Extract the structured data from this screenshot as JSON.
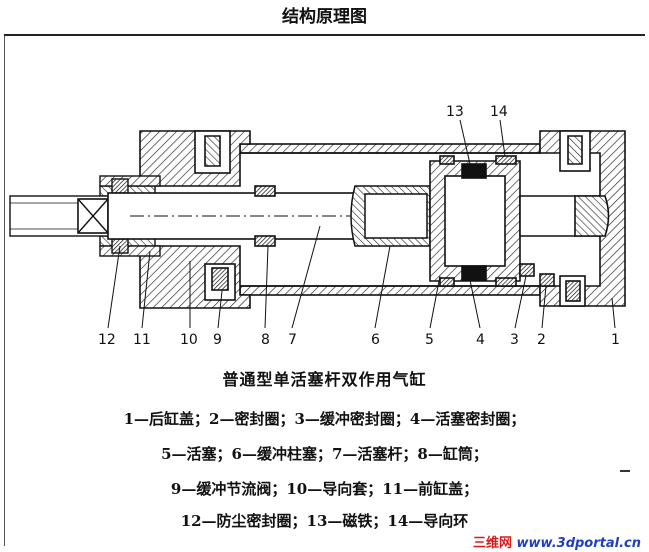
{
  "header": {
    "title": "结构原理图"
  },
  "callouts": [
    {
      "id": "1",
      "label": "1"
    },
    {
      "id": "2",
      "label": "2"
    },
    {
      "id": "3",
      "label": "3"
    },
    {
      "id": "4",
      "label": "4"
    },
    {
      "id": "5",
      "label": "5"
    },
    {
      "id": "6",
      "label": "6"
    },
    {
      "id": "7",
      "label": "7"
    },
    {
      "id": "8",
      "label": "8"
    },
    {
      "id": "9",
      "label": "9"
    },
    {
      "id": "10",
      "label": "10"
    },
    {
      "id": "11",
      "label": "11"
    },
    {
      "id": "12",
      "label": "12"
    },
    {
      "id": "13",
      "label": "13"
    },
    {
      "id": "14",
      "label": "14"
    }
  ],
  "caption": "普通型单活塞杆双作用气缸",
  "legend": {
    "line1": "1—后缸盖；2—密封圈；3—缓冲密封圈；4—活塞密封圈；",
    "line2": "5—活塞；6—缓冲柱塞；7—活塞杆；8—缸筒；",
    "line3": "9—缓冲节流阀；10—导向套；11—前缸盖；",
    "line4": "12—防尘密封圈；13—磁铁；14—导向环"
  },
  "watermark": {
    "cn": "三维网",
    "en": "www.3dportal.cn"
  }
}
